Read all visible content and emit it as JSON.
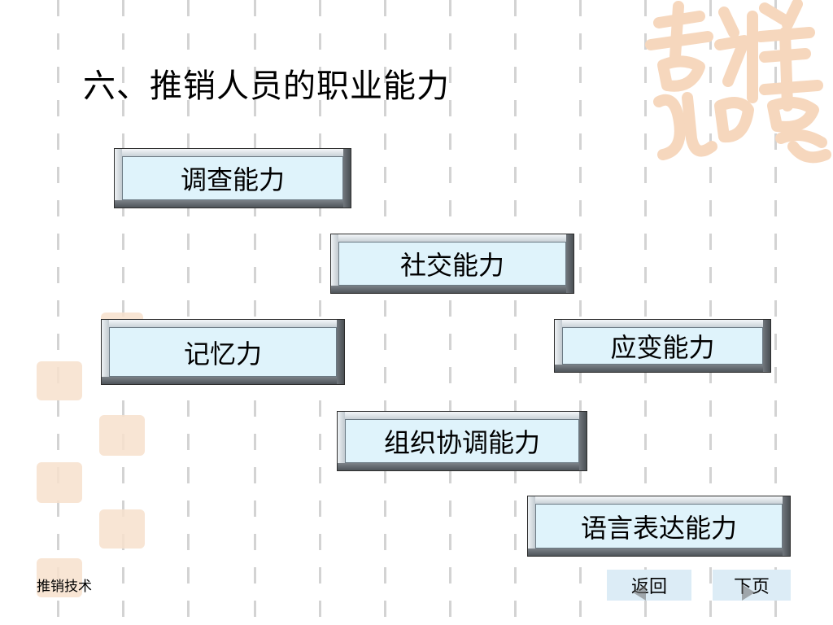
{
  "slide": {
    "title": "六、推销人员的职业能力",
    "footer": "推销技术"
  },
  "abilities": [
    {
      "label": "调查能力"
    },
    {
      "label": "社交能力"
    },
    {
      "label": "记忆力"
    },
    {
      "label": "应变能力"
    },
    {
      "label": "组织协调能力"
    },
    {
      "label": "语言表达能力"
    }
  ],
  "nav": {
    "back_label": "返回",
    "next_label": "下页"
  },
  "colors": {
    "box_face": "#dff3fb",
    "nav_bg": "#dcecf6",
    "seal": "#f2c9a6"
  }
}
